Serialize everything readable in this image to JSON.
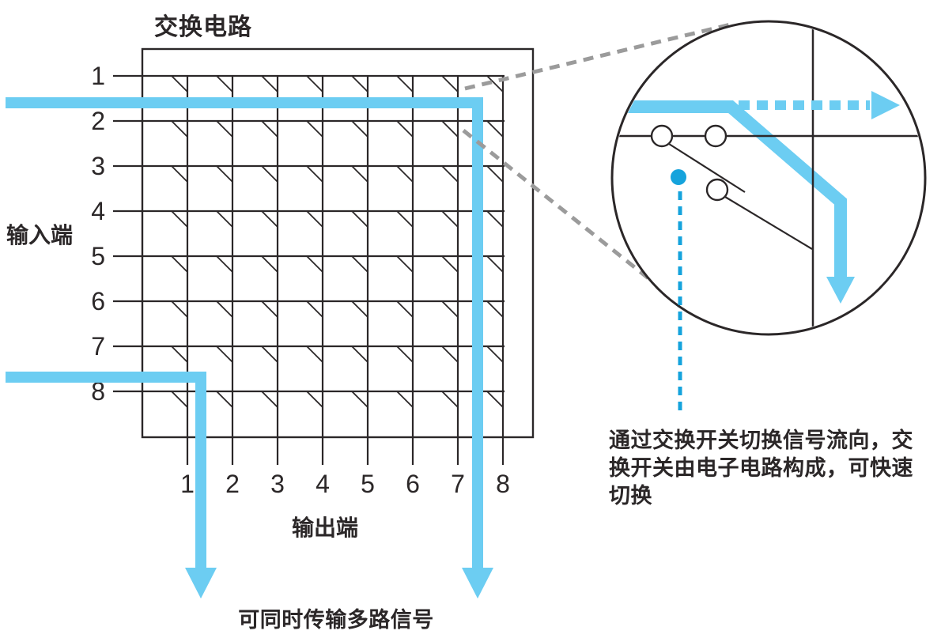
{
  "colors": {
    "signal_blue": "#6CCDF2",
    "switch_dot_blue": "#15A3DC",
    "line_black": "#2B2728",
    "dash_gray": "#9B9B9B"
  },
  "matrix": {
    "title": "交换电路",
    "input_label": "输入端",
    "output_label": "输出端",
    "inputs": [
      "1",
      "2",
      "3",
      "4",
      "5",
      "6",
      "7",
      "8"
    ],
    "outputs": [
      "1",
      "2",
      "3",
      "4",
      "5",
      "6",
      "7",
      "8"
    ],
    "caption": "可同时传输多路信号"
  },
  "signal_routes": [
    {
      "enters": "left edge, between input rows 1 and 2",
      "exits": "bottom arrow, between output columns 7 and 8"
    },
    {
      "enters": "left edge, between input rows 7 and 8",
      "exits": "bottom arrow, between output columns 1 and 2"
    }
  ],
  "magnifier": {
    "annotation_lines": [
      "通过交换开关切换信号流向，交",
      "换开关由电子电路构成，可快速",
      "切换"
    ]
  }
}
